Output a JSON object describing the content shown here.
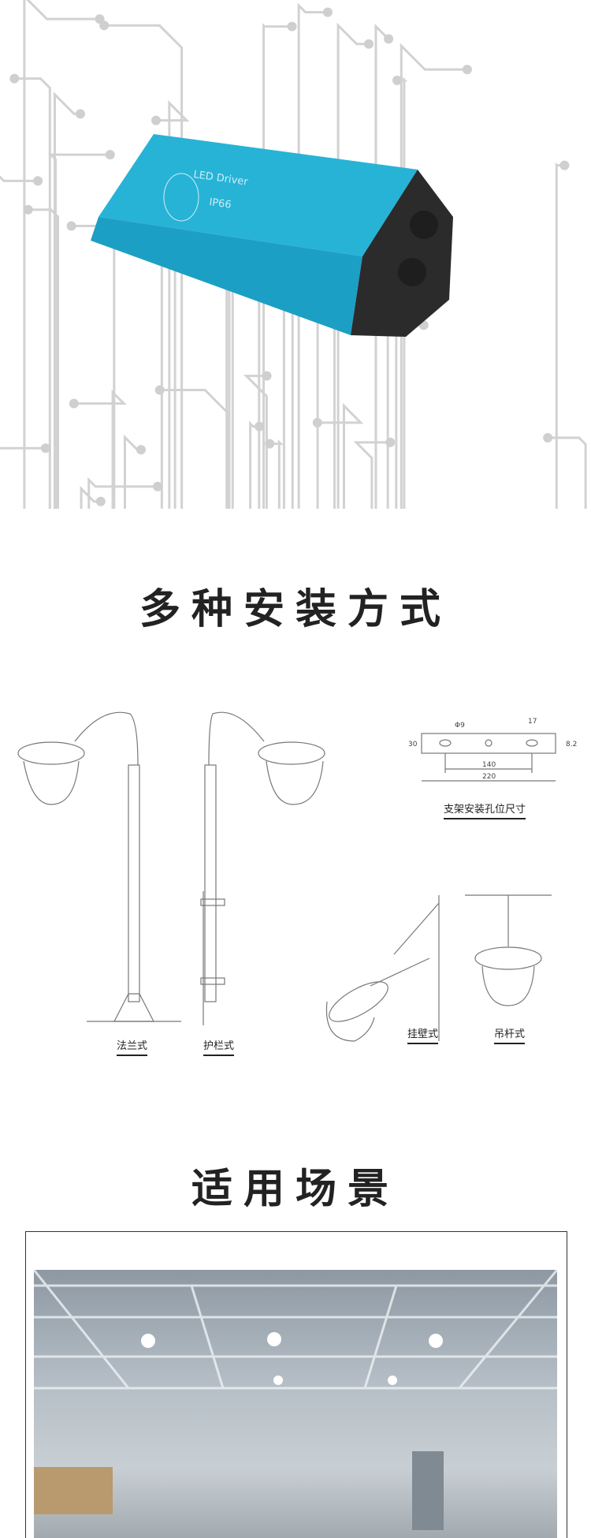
{
  "product": {
    "label": "LED Driver",
    "rating": "IP66"
  },
  "sections": {
    "installation_title": "多种安装方式",
    "scenes_title": "适用场景"
  },
  "bracket": {
    "caption": "支架安装孔位尺寸",
    "dims": {
      "hole": "Φ9",
      "slot": "17",
      "height": "30",
      "slot_height": "8.2",
      "spacing": "140",
      "length": "220"
    }
  },
  "mount_types": [
    "法兰式",
    "护栏式",
    "挂壁式",
    "吊杆式"
  ],
  "colors": {
    "driver": "#1ea6c9",
    "circuit": "#cfcfcf"
  }
}
